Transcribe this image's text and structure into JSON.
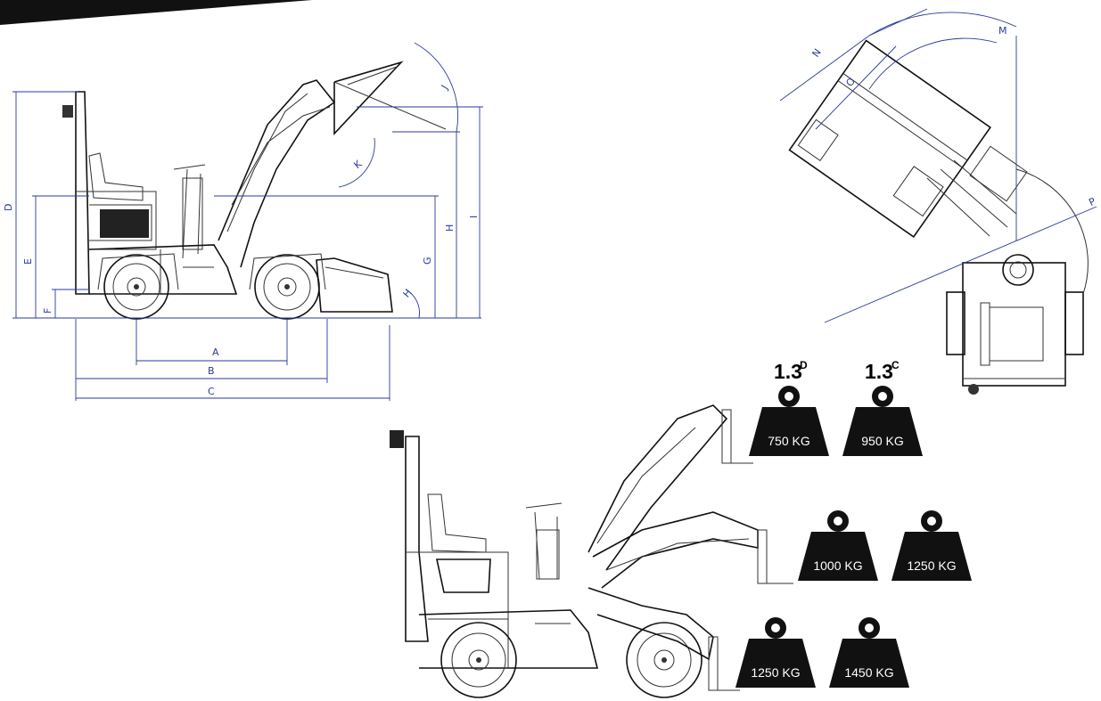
{
  "dimension_labels": {
    "A": "A",
    "B": "B",
    "C": "C",
    "D": "D",
    "E": "E",
    "F": "F",
    "G": "G",
    "H": "H",
    "H2": "H",
    "I": "I",
    "J": "J",
    "K": "K",
    "M": "M",
    "N": "N",
    "O": "O",
    "P": "P"
  },
  "load_ratings": {
    "ratio_left": "1.3",
    "ratio_left_sup": "D",
    "ratio_right": "1.3",
    "ratio_right_sup": "C",
    "rows": [
      {
        "left": "750 KG",
        "right": "950 KG"
      },
      {
        "left": "1000 KG",
        "right": "1250 KG"
      },
      {
        "left": "1250 KG",
        "right": "1450 KG"
      }
    ]
  },
  "colors": {
    "dimension": "#2a3a9a",
    "weight_fill": "#111111",
    "corner_band": "#111111"
  }
}
